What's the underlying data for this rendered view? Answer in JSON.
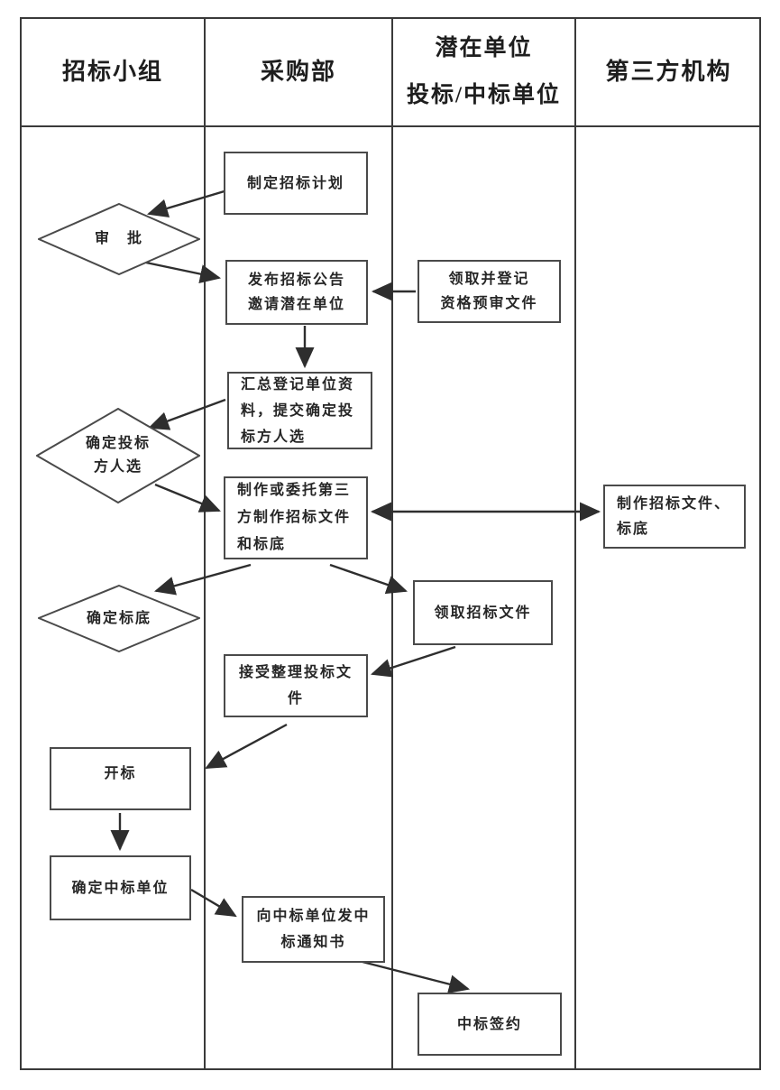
{
  "diagram": {
    "type": "swimlane-flowchart",
    "ink_color": "#2e2e2e",
    "grid_color": "#3a3a3a",
    "background": "#ffffff",
    "lanes": [
      {
        "id": "lane-bidding-team",
        "label": "招标小组"
      },
      {
        "id": "lane-procurement",
        "label": "采购部"
      },
      {
        "id": "lane-potential-units",
        "label": "潜在单位\n投标/中标单位"
      },
      {
        "id": "lane-third-party",
        "label": "第三方机构"
      }
    ],
    "nodes": [
      {
        "id": "make-bidding-plan",
        "shape": "rect",
        "lane": "采购部",
        "label": "制定招标计划"
      },
      {
        "id": "approval",
        "shape": "diamond",
        "lane": "招标小组",
        "label": "审　批"
      },
      {
        "id": "publish-announcement",
        "shape": "rect",
        "lane": "采购部",
        "label": "发布招标公告\n邀请潜在单位"
      },
      {
        "id": "collect-prequalification",
        "shape": "rect",
        "lane": "潜在单位 投标/中标单位",
        "label": "领取并登记\n资格预审文件"
      },
      {
        "id": "summarize-registrations",
        "shape": "rect",
        "lane": "采购部",
        "label": "汇总登记单位资\n料，提交确定投\n标方人选"
      },
      {
        "id": "determine-bidder-candidates",
        "shape": "diamond",
        "lane": "招标小组",
        "label": "确定投标\n方人选"
      },
      {
        "id": "make-or-entrust-docs",
        "shape": "rect",
        "lane": "采购部",
        "label": "制作或委托第三\n方制作招标文件\n和标底"
      },
      {
        "id": "third-party-make-docs",
        "shape": "rect",
        "lane": "第三方机构",
        "label": "制作招标文件、\n标底"
      },
      {
        "id": "determine-base-price",
        "shape": "diamond",
        "lane": "招标小组",
        "label": "确定标底"
      },
      {
        "id": "receive-bidding-docs",
        "shape": "rect",
        "lane": "潜在单位 投标/中标单位",
        "label": "领取招标文件"
      },
      {
        "id": "accept-organize-bids",
        "shape": "rect",
        "lane": "采购部",
        "label": "接受整理投标文\n件"
      },
      {
        "id": "open-bids",
        "shape": "rect",
        "lane": "招标小组",
        "label": "开标"
      },
      {
        "id": "determine-winner",
        "shape": "rect",
        "lane": "招标小组",
        "label": "确定中标单位"
      },
      {
        "id": "send-award-notice",
        "shape": "rect",
        "lane": "采购部",
        "label": "向中标单位发中\n标通知书"
      },
      {
        "id": "sign-contract",
        "shape": "rect",
        "lane": "潜在单位 投标/中标单位",
        "label": "中标签约"
      }
    ],
    "edges": [
      {
        "from": "make-bidding-plan",
        "to": "approval",
        "style": "arrow"
      },
      {
        "from": "approval",
        "to": "publish-announcement",
        "style": "arrow"
      },
      {
        "from": "collect-prequalification",
        "to": "publish-announcement",
        "style": "arrow"
      },
      {
        "from": "publish-announcement",
        "to": "summarize-registrations",
        "style": "arrow"
      },
      {
        "from": "summarize-registrations",
        "to": "determine-bidder-candidates",
        "style": "arrow"
      },
      {
        "from": "determine-bidder-candidates",
        "to": "make-or-entrust-docs",
        "style": "arrow"
      },
      {
        "from": "make-or-entrust-docs",
        "to": "third-party-make-docs",
        "style": "double-arrow"
      },
      {
        "from": "make-or-entrust-docs",
        "to": "determine-base-price",
        "style": "arrow"
      },
      {
        "from": "make-or-entrust-docs",
        "to": "receive-bidding-docs",
        "style": "arrow"
      },
      {
        "from": "receive-bidding-docs",
        "to": "accept-organize-bids",
        "style": "arrow"
      },
      {
        "from": "accept-organize-bids",
        "to": "open-bids",
        "style": "arrow"
      },
      {
        "from": "open-bids",
        "to": "determine-winner",
        "style": "arrow"
      },
      {
        "from": "determine-winner",
        "to": "send-award-notice",
        "style": "arrow"
      },
      {
        "from": "send-award-notice",
        "to": "sign-contract",
        "style": "arrow"
      }
    ]
  }
}
